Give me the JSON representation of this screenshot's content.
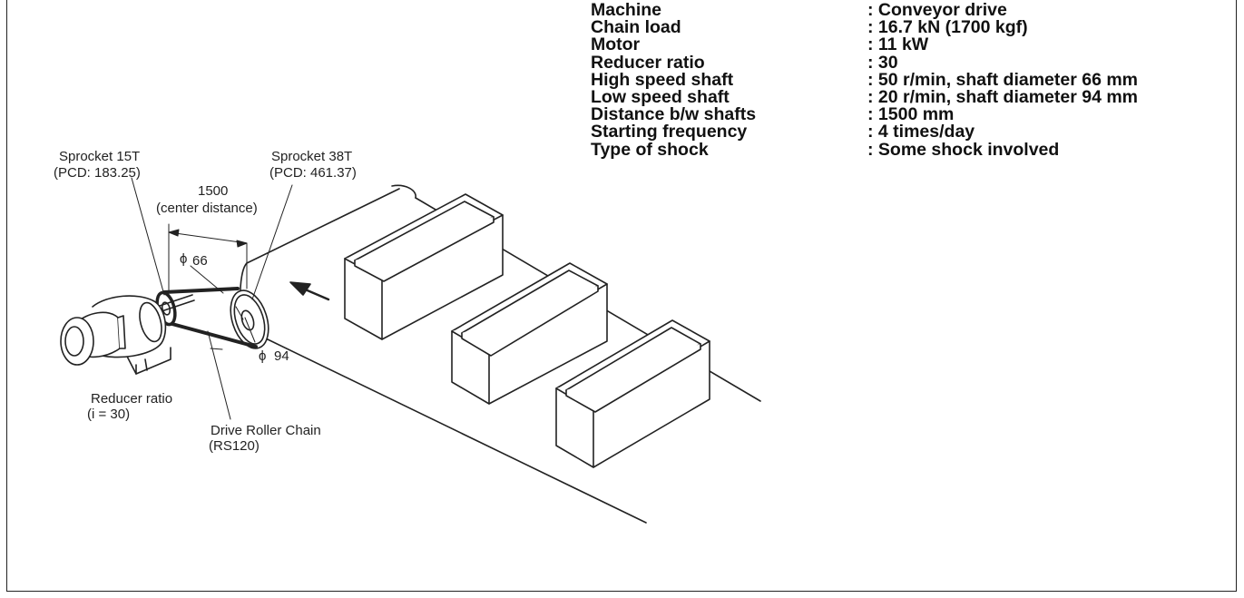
{
  "specs": [
    {
      "key": "Machine",
      "value": ": Conveyor drive"
    },
    {
      "key": "Chain load",
      "value": ": 16.7 kN (1700 kgf)"
    },
    {
      "key": "Motor",
      "value": ": 11 kW"
    },
    {
      "key": "Reducer ratio",
      "value": ": 30"
    },
    {
      "key": "High speed shaft",
      "value": ": 50 r/min, shaft diameter 66 mm"
    },
    {
      "key": "Low speed shaft",
      "value": ": 20 r/min, shaft diameter 94 mm"
    },
    {
      "key": "Distance b/w shafts",
      "value": ": 1500 mm"
    },
    {
      "key": "Starting frequency",
      "value": ": 4 times/day"
    },
    {
      "key": "Type of shock",
      "value": ": Some shock involved"
    }
  ],
  "labels": {
    "sprocket_small": {
      "line1": "Sprocket 15T",
      "line2": "(PCD: 183.25)"
    },
    "sprocket_large": {
      "line1": "Sprocket 38T",
      "line2": "(PCD: 461.37)"
    },
    "distance": {
      "line1": "1500",
      "line2": "(center distance)"
    },
    "shaft_high": {
      "symbol": "ϕ",
      "value": "66"
    },
    "shaft_low": {
      "symbol": "ϕ",
      "value": "94"
    },
    "reducer": {
      "line1": "Reducer ratio",
      "line2": "(i = 30)"
    },
    "chain": {
      "line1": "Drive Roller Chain",
      "line2": "(RS120)"
    }
  }
}
